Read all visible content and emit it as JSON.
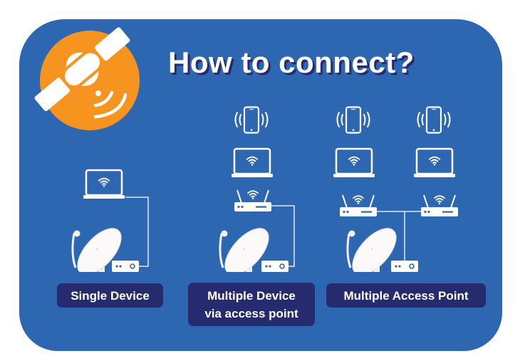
{
  "title": "How to connect?",
  "colors": {
    "background": "#2d66b1",
    "label_bg": "#262a6e",
    "accent": "#f79420",
    "icon": "#ffffff"
  },
  "icons": [
    "satellite-icon",
    "smartphone-icon",
    "laptop-icon",
    "router-icon",
    "satellite-dish-icon",
    "modem-icon"
  ],
  "options": [
    {
      "label": "Single Device"
    },
    {
      "label_line1": "Multiple Device",
      "label_line2": "via access point"
    },
    {
      "label": "Multiple Access Point"
    }
  ]
}
